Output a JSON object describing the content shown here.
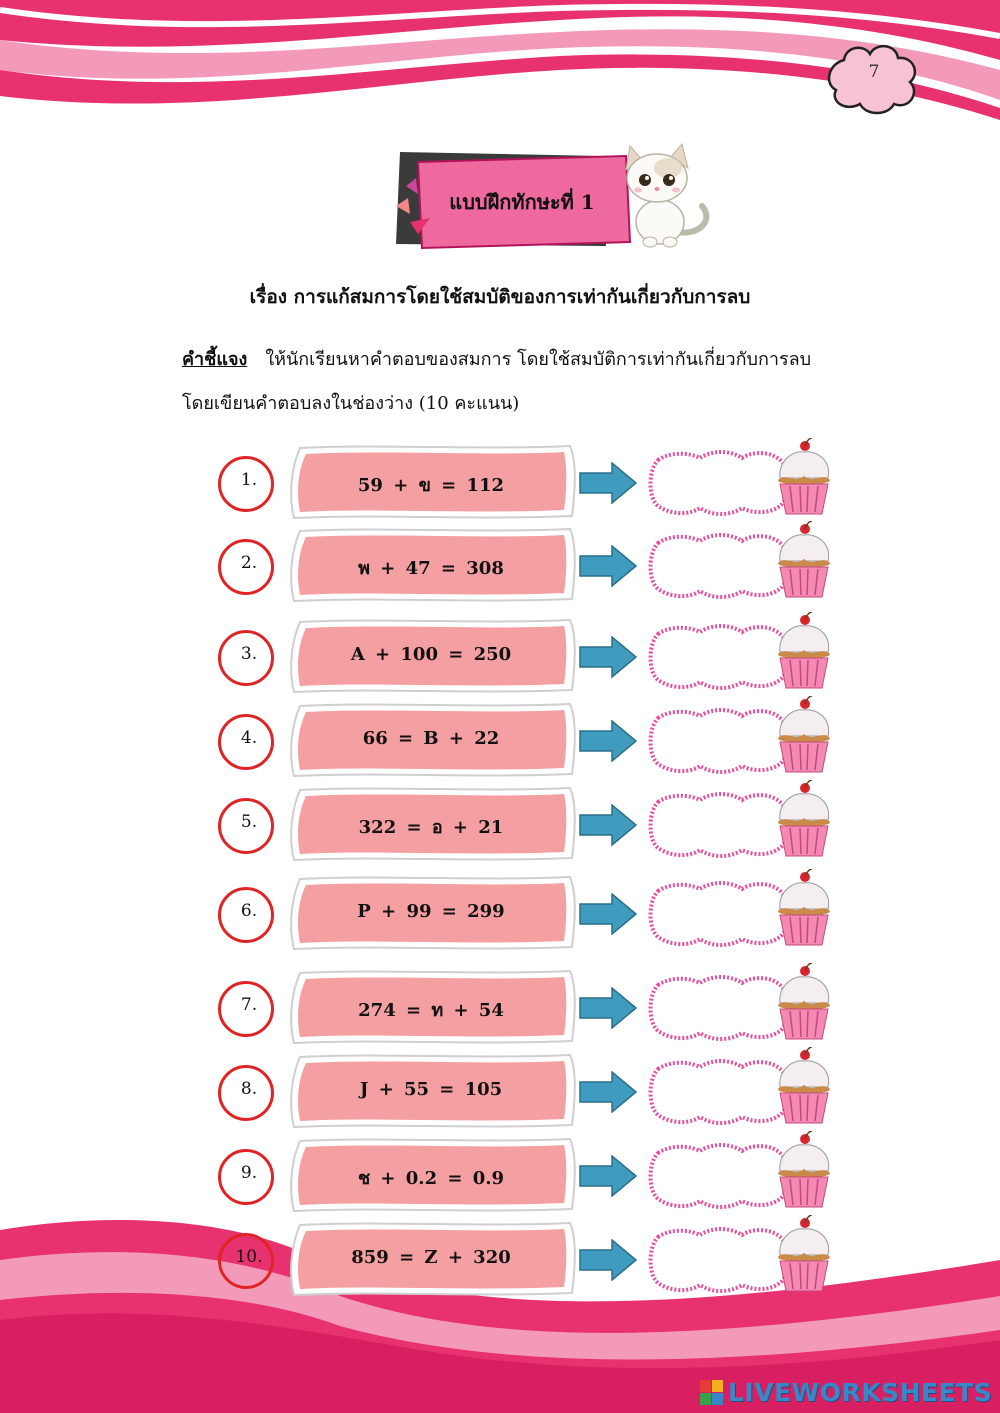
{
  "page": {
    "number": "7"
  },
  "title": {
    "text": "แบบฝึกทักษะที่ 1"
  },
  "subtitle": "เรื่อง  การแก้สมการโดยใช้สมบัติของการเท่ากันเกี่ยวกับการลบ",
  "instructions": {
    "label": "คำชี้แจง",
    "line1": "ให้นักเรียนหาคำตอบของสมการ โดยใช้สมบัติการเท่ากันเกี่ยวกับการลบ",
    "line2": "โดยเขียนคำตอบลงในช่องว่าง  (10  คะแนน)"
  },
  "exercises": [
    {
      "num": "1.",
      "equation": "59  +  ข  =  112",
      "answer": ""
    },
    {
      "num": "2.",
      "equation": "พ  +  47  =  308",
      "answer": ""
    },
    {
      "num": "3.",
      "equation": "A  +  100  =  250",
      "answer": ""
    },
    {
      "num": "4.",
      "equation": "66   =   B  +  22",
      "answer": ""
    },
    {
      "num": "5.",
      "equation": "322   =   อ  +  21",
      "answer": ""
    },
    {
      "num": "6.",
      "equation": "P  +  99  =  299",
      "answer": ""
    },
    {
      "num": "7.",
      "equation": "274   =   ท  +  54",
      "answer": ""
    },
    {
      "num": "8.",
      "equation": "J  +  55  =  105",
      "answer": ""
    },
    {
      "num": "9.",
      "equation": "ช  +  0.2  =  0.9",
      "answer": ""
    },
    {
      "num": "10.",
      "equation": "859   =   Z  +  320",
      "answer": ""
    }
  ],
  "footer": {
    "brand": "LIVEWORKSHEETS"
  },
  "colors": {
    "pink": "#e8316f",
    "box_pink": "#f4a0a2",
    "arrow": "#3f9cbf",
    "circle": "#e02424",
    "cloud_border": "#e44f9e"
  }
}
